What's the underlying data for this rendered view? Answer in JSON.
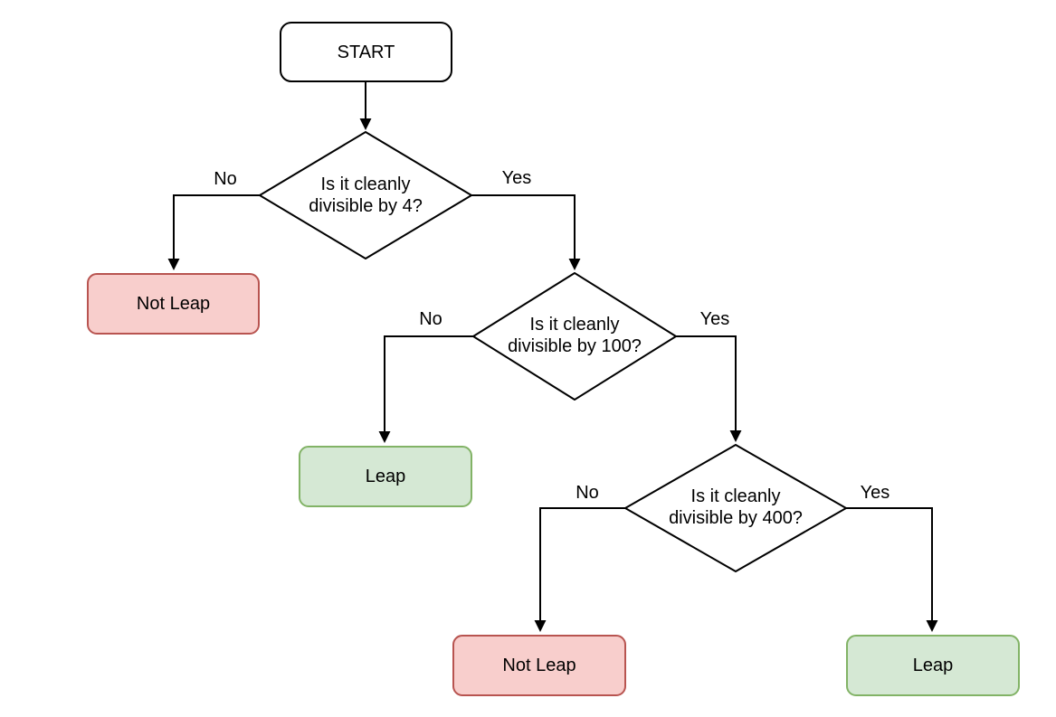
{
  "canvas": {
    "background": "#ffffff"
  },
  "colors": {
    "line": "#000000",
    "text": "#000000",
    "terminal_fill": "#ffffff",
    "terminal_border": "#000000",
    "decision_fill": "#ffffff",
    "decision_border": "#000000",
    "not_leap_fill": "#f8cecc",
    "not_leap_border": "#b85450",
    "leap_fill": "#d5e8d4",
    "leap_border": "#82b366"
  },
  "nodes": {
    "start": {
      "type": "terminator",
      "label": "START"
    },
    "decision_div_4": {
      "type": "decision",
      "label": "Is it cleanly divisible by 4?"
    },
    "not_leap_first": {
      "type": "outcome-negative",
      "label": "Not Leap"
    },
    "decision_div_100": {
      "type": "decision",
      "label": "Is it cleanly divisible by 100?"
    },
    "leap_first": {
      "type": "outcome-positive",
      "label": "Leap"
    },
    "decision_div_400": {
      "type": "decision",
      "label": "Is it cleanly divisible by 400?"
    },
    "not_leap_second": {
      "type": "outcome-negative",
      "label": "Not Leap"
    },
    "leap_second": {
      "type": "outcome-positive",
      "label": "Leap"
    }
  },
  "edges": {
    "start_to_div4": {
      "from": "start",
      "to": "decision_div_4",
      "label": ""
    },
    "div4_no": {
      "from": "decision_div_4",
      "to": "not_leap_first",
      "label": "No"
    },
    "div4_yes": {
      "from": "decision_div_4",
      "to": "decision_div_100",
      "label": "Yes"
    },
    "div100_no": {
      "from": "decision_div_100",
      "to": "leap_first",
      "label": "No"
    },
    "div100_yes": {
      "from": "decision_div_100",
      "to": "decision_div_400",
      "label": "Yes"
    },
    "div400_no": {
      "from": "decision_div_400",
      "to": "not_leap_second",
      "label": "No"
    },
    "div400_yes": {
      "from": "decision_div_400",
      "to": "leap_second",
      "label": "Yes"
    }
  }
}
